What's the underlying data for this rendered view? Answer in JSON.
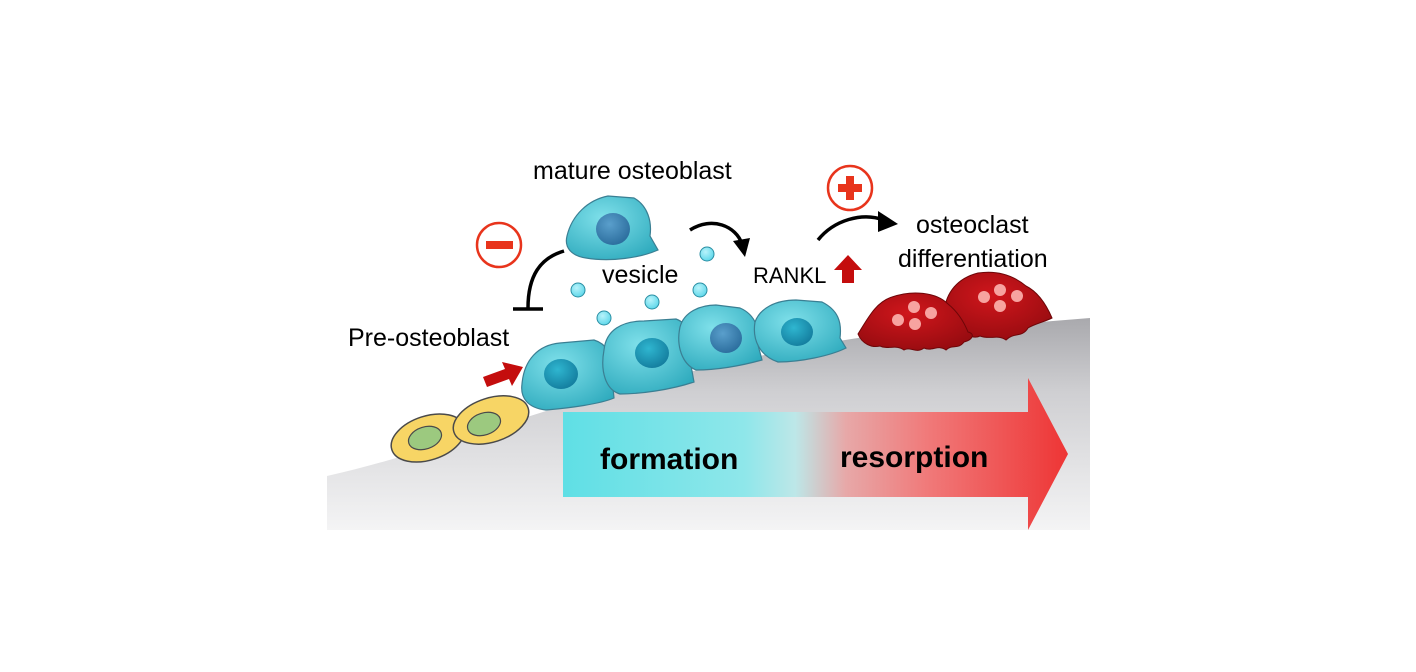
{
  "labels": {
    "mature_osteoblast": "mature osteoblast",
    "vesicle": "vesicle",
    "pre_osteoblast": "Pre-osteoblast",
    "rankl": "RANKL",
    "osteoclast_line1": "osteoclast",
    "osteoclast_line2": "differentiation",
    "formation": "formation",
    "resorption": "resorption"
  },
  "signs": {
    "inhibit": "minus",
    "promote": "plus"
  },
  "colors": {
    "osteoblast_fill": "#3fbfcf",
    "osteoblast_nucleus": "#1f93b3",
    "vesicle_fill": "#7fe3f2",
    "pre_osteoblast_fill": "#f7d565",
    "pre_osteoblast_nucleus": "#9cc97f",
    "osteoclast_fill": "#b00d12",
    "osteoclast_nuclei": "#f7a3a0",
    "sign_red": "#e8341c",
    "up_arrow_red": "#c40d0d",
    "formation_cyan": "#5fdfe5",
    "resorption_red": "#ee3a3a",
    "bone_gray": "#c9c9cb"
  }
}
